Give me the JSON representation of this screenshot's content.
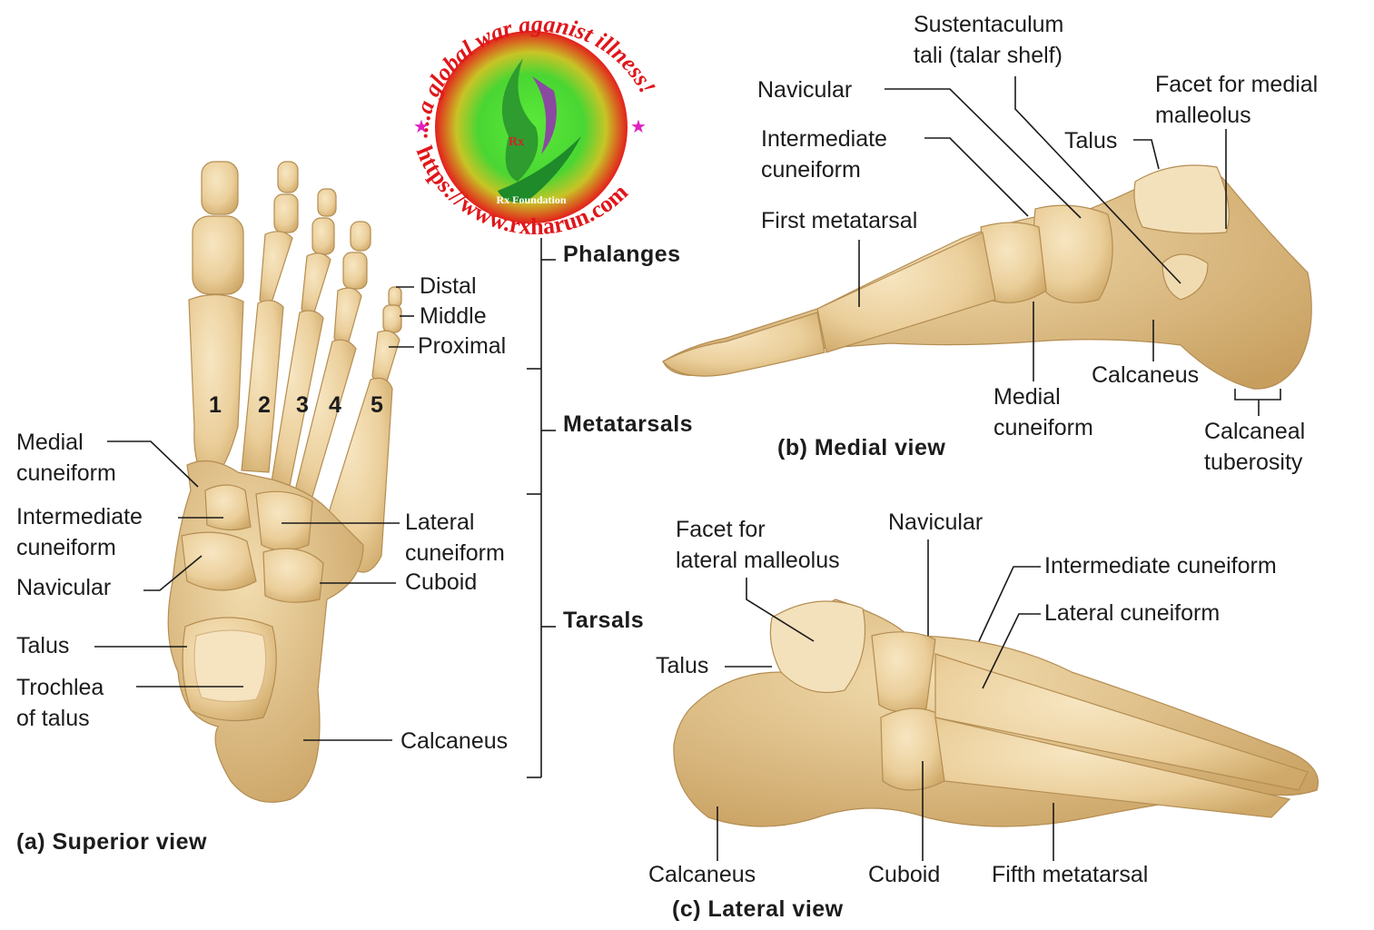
{
  "logo": {
    "arc_top_text": "....a global war aganist illness!",
    "arc_bottom_text": "https://www.rxharun.com",
    "center_label": "Rx Foundation",
    "colors": {
      "ring_red": "#e01b1b",
      "center_green": "#3ddc2a",
      "text_red": "#e0161a",
      "star_magenta": "#e020c0"
    }
  },
  "bone_color": "#ecd3a2",
  "superior_view": {
    "caption": "(a) Superior view",
    "toe_numbers": [
      "1",
      "2",
      "3",
      "4",
      "5"
    ],
    "left_labels": [
      {
        "id": "medial-cuneiform",
        "lines": [
          "Medial",
          "cuneiform"
        ]
      },
      {
        "id": "intermediate-cuneiform",
        "lines": [
          "Intermediate",
          "cuneiform"
        ]
      },
      {
        "id": "navicular",
        "lines": [
          "Navicular"
        ]
      },
      {
        "id": "talus",
        "lines": [
          "Talus"
        ]
      },
      {
        "id": "trochlea-of-talus",
        "lines": [
          "Trochlea",
          "of talus"
        ]
      }
    ],
    "right_labels": [
      {
        "id": "distal",
        "text": "Distal"
      },
      {
        "id": "middle",
        "text": "Middle"
      },
      {
        "id": "proximal",
        "text": "Proximal"
      },
      {
        "id": "lateral-cuneiform",
        "lines": [
          "Lateral",
          "cuneiform"
        ]
      },
      {
        "id": "cuboid",
        "text": "Cuboid"
      },
      {
        "id": "calcaneus",
        "text": "Calcaneus"
      }
    ],
    "groups": [
      {
        "id": "phalanges",
        "text": "Phalanges"
      },
      {
        "id": "metatarsals",
        "text": "Metatarsals"
      },
      {
        "id": "tarsals",
        "text": "Tarsals"
      }
    ]
  },
  "medial_view": {
    "caption": "(b) Medial view",
    "labels": {
      "sustentaculum": [
        "Sustentaculum",
        "tali (talar shelf)"
      ],
      "navicular": "Navicular",
      "facet_medial": [
        "Facet for medial",
        "malleolus"
      ],
      "intermediate_cuneiform": [
        "Intermediate",
        "cuneiform"
      ],
      "talus": "Talus",
      "first_metatarsal": "First metatarsal",
      "calcaneus": "Calcaneus",
      "medial_cuneiform": [
        "Medial",
        "cuneiform"
      ],
      "calcaneal_tuberosity": [
        "Calcaneal",
        "tuberosity"
      ]
    }
  },
  "lateral_view": {
    "caption": "(c) Lateral view",
    "labels": {
      "facet_lateral": [
        "Facet for",
        "lateral malleolus"
      ],
      "navicular": "Navicular",
      "intermediate_cuneiform": "Intermediate cuneiform",
      "lateral_cuneiform": "Lateral cuneiform",
      "talus": "Talus",
      "calcaneus": "Calcaneus",
      "cuboid": "Cuboid",
      "fifth_metatarsal": "Fifth metatarsal"
    }
  }
}
